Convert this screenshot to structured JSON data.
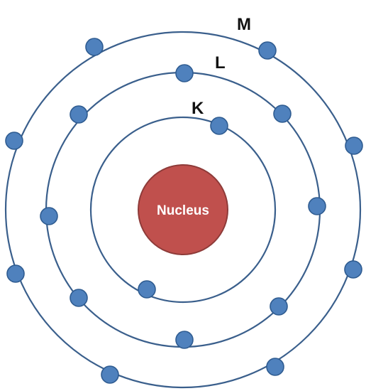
{
  "diagram": {
    "nucleus_label": "Nucleus",
    "shells": [
      {
        "label": "K",
        "electron_count": 2
      },
      {
        "label": "L",
        "electron_count": 8
      },
      {
        "label": "M",
        "electron_count": 8
      }
    ]
  },
  "colors": {
    "nucleus": "#c0504d",
    "electron": "#4f81bd",
    "orbit": "#3a5f8c"
  }
}
